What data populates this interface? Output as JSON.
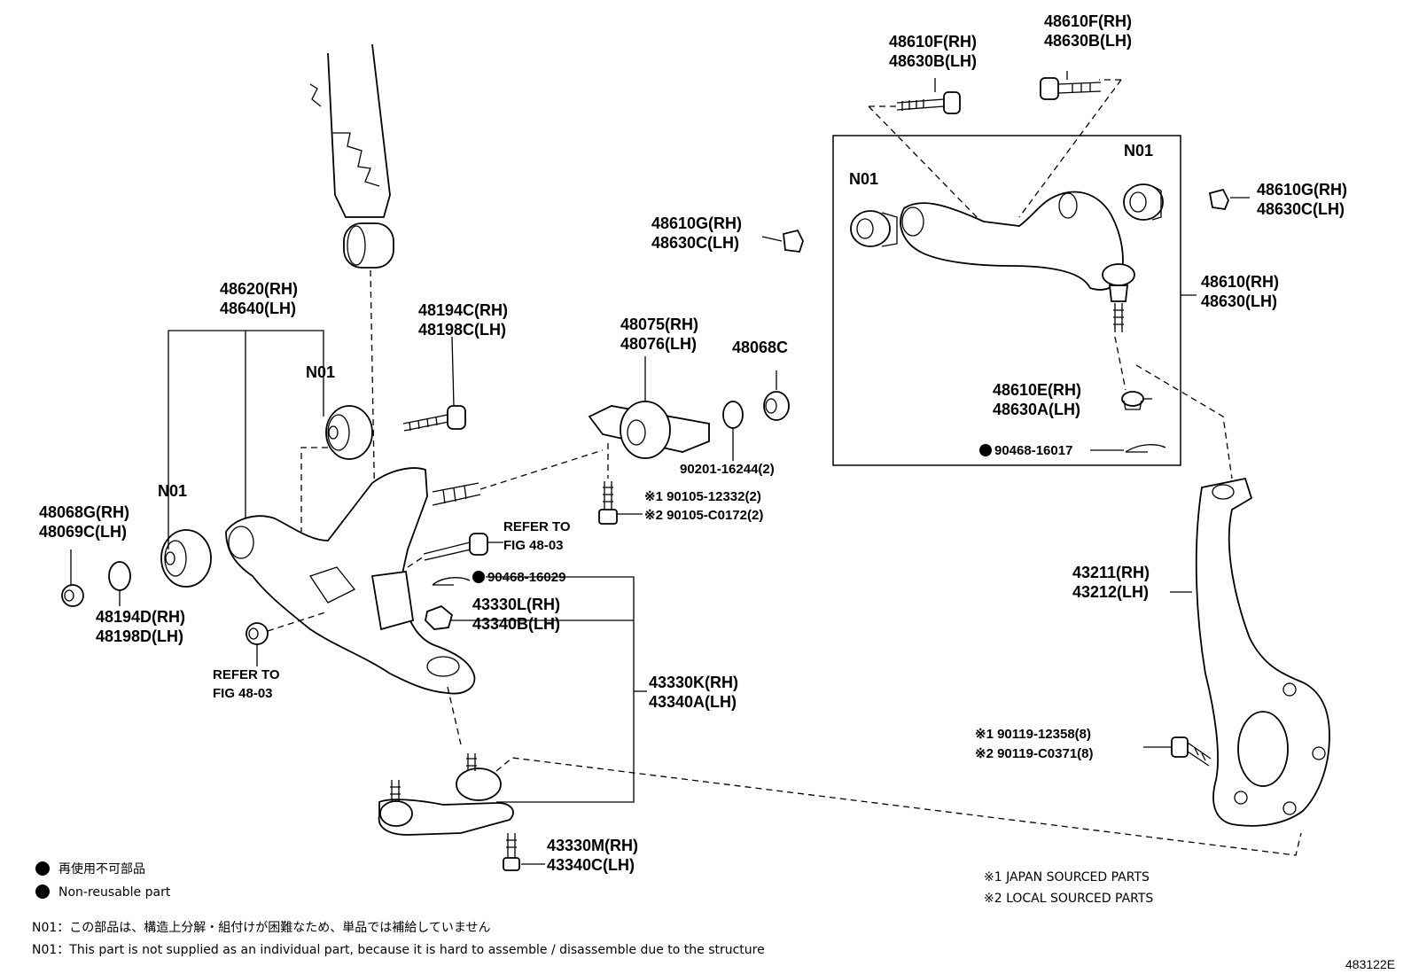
{
  "labels": {
    "p48610F": [
      "48610F(RH)",
      "48630B(LH)"
    ],
    "p48610F_b": [
      "48610F(RH)",
      "48630B(LH)"
    ],
    "p48610G_l": [
      "48610G(RH)",
      "48630C(LH)"
    ],
    "p48610G_r": [
      "48610G(RH)",
      "48630C(LH)"
    ],
    "p48610": [
      "48610(RH)",
      "48630(LH)"
    ],
    "p48610E": [
      "48610E(RH)",
      "48630A(LH)"
    ],
    "p90468_16017": "90468-16017",
    "p48620": [
      "48620(RH)",
      "48640(LH)"
    ],
    "p48194C": [
      "48194C(RH)",
      "48198C(LH)"
    ],
    "p48075": [
      "48075(RH)",
      "48076(LH)"
    ],
    "p48068C": "48068C",
    "p90201": "90201-16244(2)",
    "p90105": [
      "※1 90105-12332(2)",
      "※2 90105-C0172(2)"
    ],
    "p48068G": [
      "48068G(RH)",
      "48069C(LH)"
    ],
    "p48194D": [
      "48194D(RH)",
      "48198D(LH)"
    ],
    "p90468_16029": "90468-16029",
    "p43330L": [
      "43330L(RH)",
      "43340B(LH)"
    ],
    "p43330K": [
      "43330K(RH)",
      "43340A(LH)"
    ],
    "p43330M": [
      "43330M(RH)",
      "43340C(LH)"
    ],
    "p43211": [
      "43211(RH)",
      "43212(LH)"
    ],
    "p90119": [
      "※1 90119-12358(8)",
      "※2 90119-C0371(8)"
    ],
    "n01": "N01",
    "refer": [
      "REFER TO",
      "FIG 48-03"
    ]
  },
  "legend": {
    "jp": "再使用不可部品",
    "en": "Non-reusable part"
  },
  "sourced": {
    "japan": "※1 JAPAN SOURCED PARTS",
    "local": "※2 LOCAL SOURCED PARTS"
  },
  "notes": {
    "jp": "N01：この部品は、構造上分解・組付けが困難なため、単品では補給していません",
    "en": "N01：This part is not supplied as an individual part, because it is hard to assemble / disassemble due to the structure"
  },
  "figure_id": "483122E"
}
